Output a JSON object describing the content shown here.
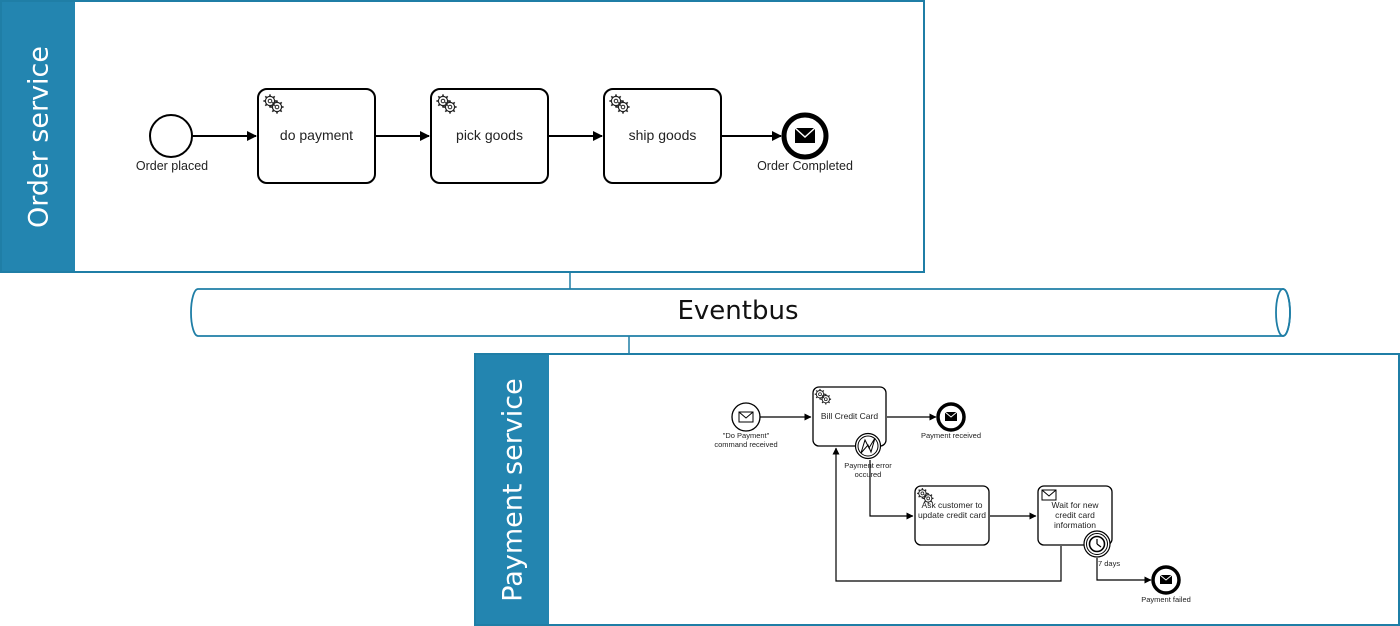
{
  "pools": {
    "order": {
      "title": "Order service"
    },
    "payment": {
      "title": "Payment service"
    }
  },
  "eventbus": {
    "label": "Eventbus"
  },
  "order_process": {
    "start_event": "Order placed",
    "task_payment": "do payment",
    "task_pick": "pick goods",
    "task_ship": "ship goods",
    "end_event": "Order Completed"
  },
  "payment_process": {
    "start_event": "\"Do Payment\" command received",
    "task_bill": "Bill Credit Card",
    "end_received": "Payment received",
    "error_event": "Payment error occured",
    "task_ask": "Ask customer to update credit card",
    "task_wait": "Wait for new credit card information",
    "timer_label": "7 days",
    "end_failed": "Payment failed"
  },
  "icons": {
    "service_task": "gear-icon",
    "message": "envelope-icon",
    "error": "error-lightning-icon",
    "timer": "clock-icon"
  },
  "colors": {
    "pool_header": "#2385b0",
    "pool_border": "#1f7ea6",
    "line": "#000000"
  }
}
